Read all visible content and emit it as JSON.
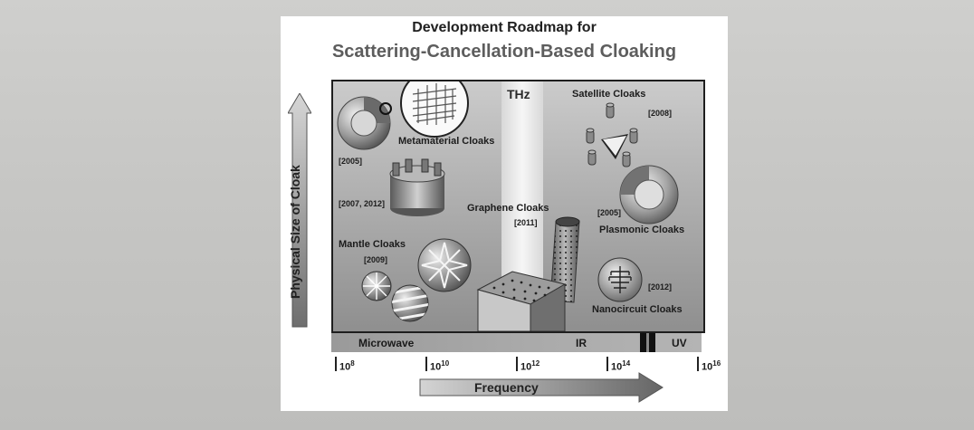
{
  "title": {
    "line1": "Development Roadmap for",
    "line2": "Scattering-Cancellation-Based Cloaking"
  },
  "y_axis_label": "Physical Size of Cloak",
  "x_axis_label": "Frequency",
  "thz_label": "THz",
  "cloaks": {
    "metamaterial": {
      "name": "Metamaterial Cloaks",
      "year": "[2005]",
      "year2": "[2007, 2012]"
    },
    "satellite": {
      "name": "Satellite Cloaks",
      "year": "[2008]"
    },
    "graphene": {
      "name": "Graphene Cloaks",
      "year": "[2011]"
    },
    "plasmonic": {
      "name": "Plasmonic Cloaks",
      "year": "[2005]"
    },
    "mantle": {
      "name": "Mantle Cloaks",
      "year": "[2009]"
    },
    "nanocircuit": {
      "name": "Nanocircuit Cloaks",
      "year": "[2012]"
    }
  },
  "bands": {
    "microwave": "Microwave",
    "ir": "IR",
    "uv": "UV"
  },
  "ticks": [
    {
      "base": "10",
      "exp": "8"
    },
    {
      "base": "10",
      "exp": "10"
    },
    {
      "base": "10",
      "exp": "12"
    },
    {
      "base": "10",
      "exp": "14"
    },
    {
      "base": "10",
      "exp": "16"
    }
  ]
}
